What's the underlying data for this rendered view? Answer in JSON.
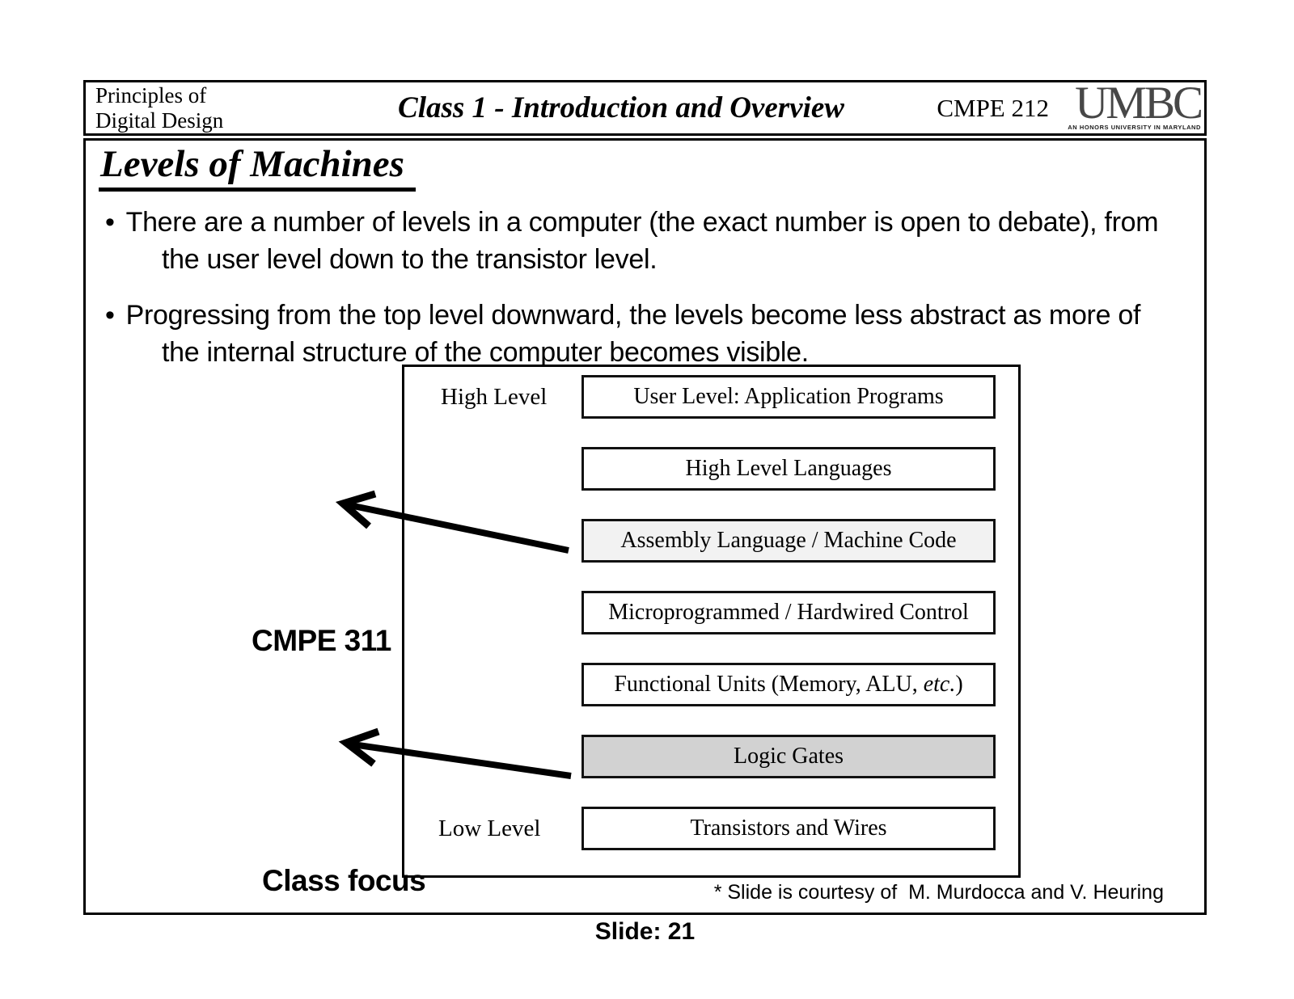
{
  "header": {
    "course_line1": "Principles of",
    "course_line2": "Digital Design",
    "title": "Class 1 - Introduction and Overview",
    "course_code": "CMPE 212",
    "logo_text": "UMBC",
    "logo_tagline": "AN HONORS UNIVERSITY IN MARYLAND"
  },
  "slide": {
    "title": "Levels of Machines",
    "bullet_char": "•",
    "bullets": [
      {
        "text": "There are a number of levels in a computer (the exact number is open to debate), from the user level down to the transistor level."
      },
      {
        "text": "Progressing from the top level downward, the levels become less abstract as more of the internal structure of the computer becomes visible."
      }
    ],
    "diagram": {
      "high_label": "High Level",
      "low_label": "Low Level",
      "levels": [
        {
          "parts": [
            {
              "t": "User Level: Application Programs",
              "i": false
            }
          ],
          "fill": "#ffffff"
        },
        {
          "parts": [
            {
              "t": "High Level Languages",
              "i": false
            }
          ],
          "fill": "#ffffff"
        },
        {
          "parts": [
            {
              "t": "Assembly Language / Machine Code",
              "i": false
            }
          ],
          "fill": "#f2f2f2"
        },
        {
          "parts": [
            {
              "t": "Microprogrammed / Hardwired Control",
              "i": false
            }
          ],
          "fill": "#ffffff"
        },
        {
          "parts": [
            {
              "t": "Functional Units (Memory, ALU, ",
              "i": false
            },
            {
              "t": "etc.",
              "i": true
            },
            {
              "t": ")",
              "i": false
            }
          ],
          "fill": "#ffffff"
        },
        {
          "parts": [
            {
              "t": "Logic Gates",
              "i": false
            }
          ],
          "fill": "#d2d2d2"
        },
        {
          "parts": [
            {
              "t": "Transistors and Wires",
              "i": false
            }
          ],
          "fill": "#ffffff"
        }
      ],
      "annotations": [
        {
          "label": "CMPE 311"
        },
        {
          "label": "Class focus"
        }
      ]
    },
    "credit": "* Slide is courtesy of  M. Murdocca and V. Heuring"
  },
  "footer": {
    "slide_number_label": "Slide: 21"
  },
  "colors": {
    "border": "#000000",
    "arrow": "#000000",
    "logo_gray": "#474747",
    "assembly_fill": "#f2f2f2",
    "logic_gates_fill": "#d2d2d2"
  }
}
